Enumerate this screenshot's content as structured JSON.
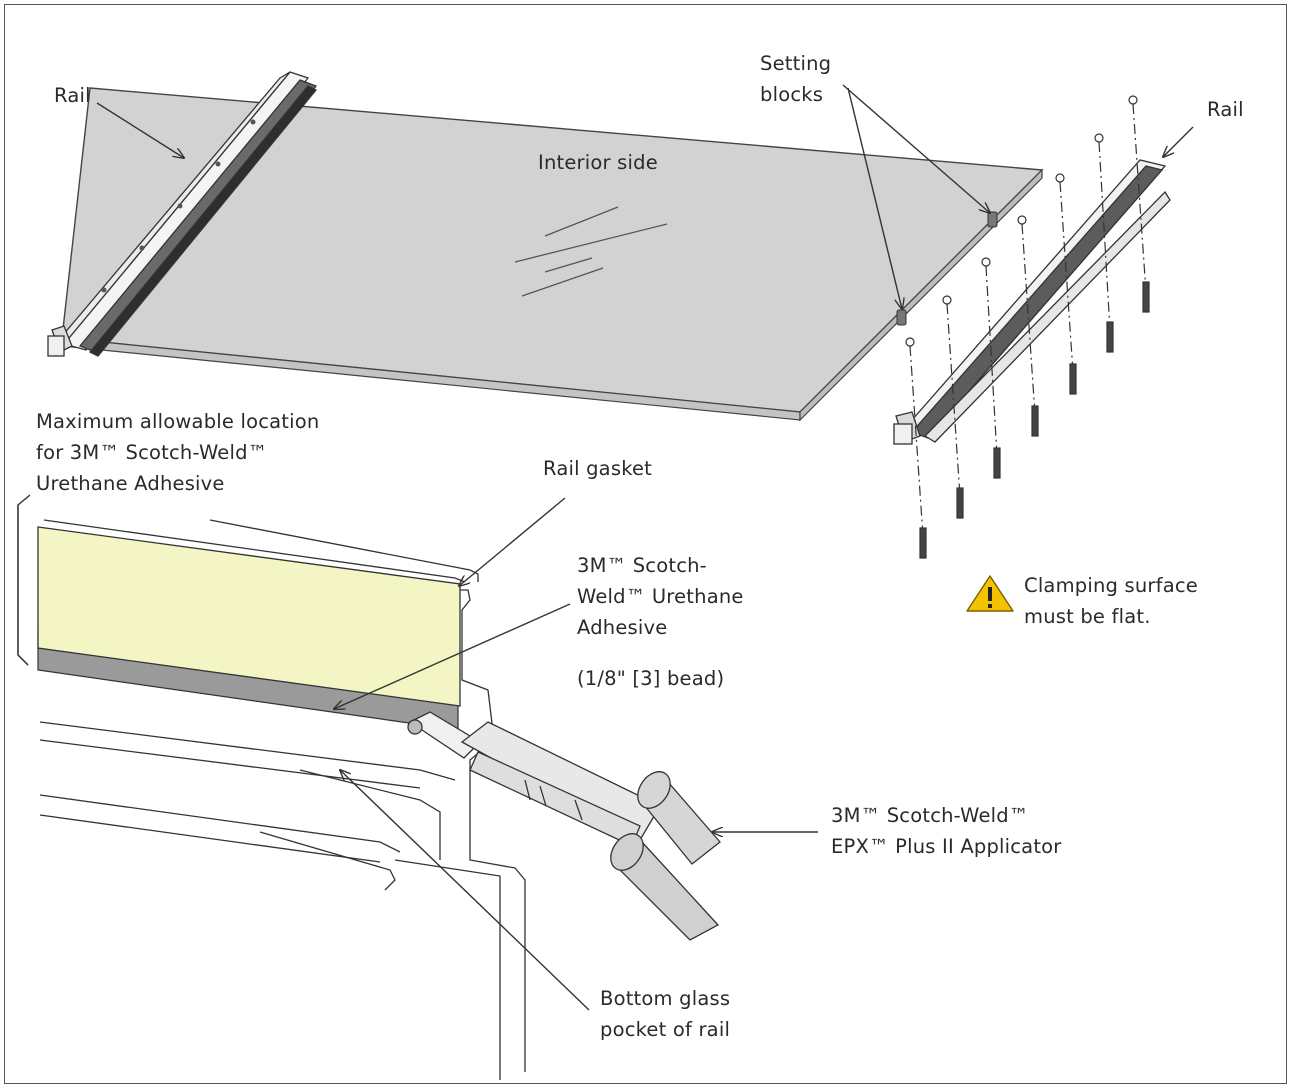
{
  "labels": {
    "rail_left": "Rail",
    "rail_right": "Rail",
    "setting_blocks": "Setting\nblocks",
    "interior_side": "Interior side",
    "max_location": "Maximum allowable location\nfor 3M™ Scotch-Weld™\nUrethane Adhesive",
    "rail_gasket": "Rail gasket",
    "adhesive": "3M™ Scotch-\nWeld™ Urethane\nAdhesive",
    "bead": "(1/8\" [3] bead)",
    "clamping": "Clamping surface\nmust be flat.",
    "applicator": "3M™ Scotch-Weld™\nEPX™ Plus II Applicator",
    "bottom_pocket": "Bottom glass\npocket of rail"
  },
  "colors": {
    "glass": "#d2d2d2",
    "adhesive_zone": "#f3f5c4",
    "bead": "#9a9a9a",
    "warning": "#f3c300",
    "line": "#333333"
  },
  "icons": {
    "warning": "warning-triangle-icon"
  }
}
